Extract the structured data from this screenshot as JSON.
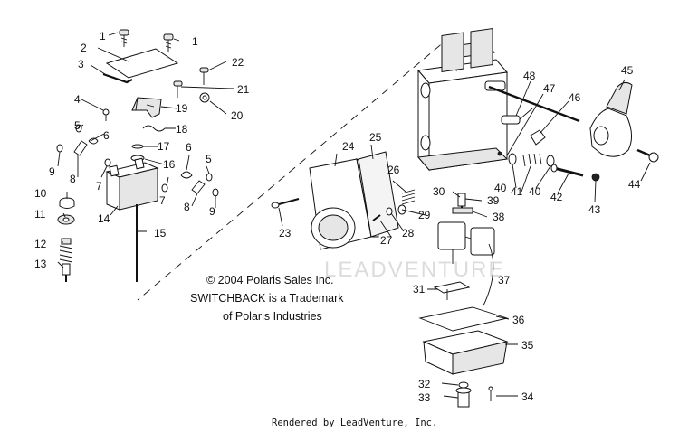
{
  "callouts": [
    {
      "n": "1"
    },
    {
      "n": "1"
    },
    {
      "n": "2"
    },
    {
      "n": "3"
    },
    {
      "n": "4"
    },
    {
      "n": "5"
    },
    {
      "n": "6"
    },
    {
      "n": "7"
    },
    {
      "n": "8"
    },
    {
      "n": "9"
    },
    {
      "n": "10"
    },
    {
      "n": "11"
    },
    {
      "n": "12"
    },
    {
      "n": "13"
    },
    {
      "n": "14"
    },
    {
      "n": "15"
    },
    {
      "n": "16"
    },
    {
      "n": "17"
    },
    {
      "n": "18"
    },
    {
      "n": "19"
    },
    {
      "n": "20"
    },
    {
      "n": "21"
    },
    {
      "n": "22"
    },
    {
      "n": "6"
    },
    {
      "n": "5"
    },
    {
      "n": "7"
    },
    {
      "n": "8"
    },
    {
      "n": "9"
    },
    {
      "n": "23"
    },
    {
      "n": "24"
    },
    {
      "n": "25"
    },
    {
      "n": "26"
    },
    {
      "n": "27"
    },
    {
      "n": "28"
    },
    {
      "n": "29"
    },
    {
      "n": "30"
    },
    {
      "n": "39"
    },
    {
      "n": "38"
    },
    {
      "n": "48"
    },
    {
      "n": "47"
    },
    {
      "n": "46"
    },
    {
      "n": "45"
    },
    {
      "n": "40"
    },
    {
      "n": "41"
    },
    {
      "n": "40"
    },
    {
      "n": "42"
    },
    {
      "n": "43"
    },
    {
      "n": "44"
    },
    {
      "n": "37"
    },
    {
      "n": "31"
    },
    {
      "n": "36"
    },
    {
      "n": "35"
    },
    {
      "n": "32"
    },
    {
      "n": "33"
    },
    {
      "n": "34"
    }
  ],
  "copyright": "© 2004 Polaris Sales Inc.",
  "trademark_line1": "SWITCHBACK is a Trademark",
  "trademark_line2": "of Polaris Industries",
  "watermark": "LEADVENTURE",
  "footer": "Rendered by LeadVenture, Inc."
}
